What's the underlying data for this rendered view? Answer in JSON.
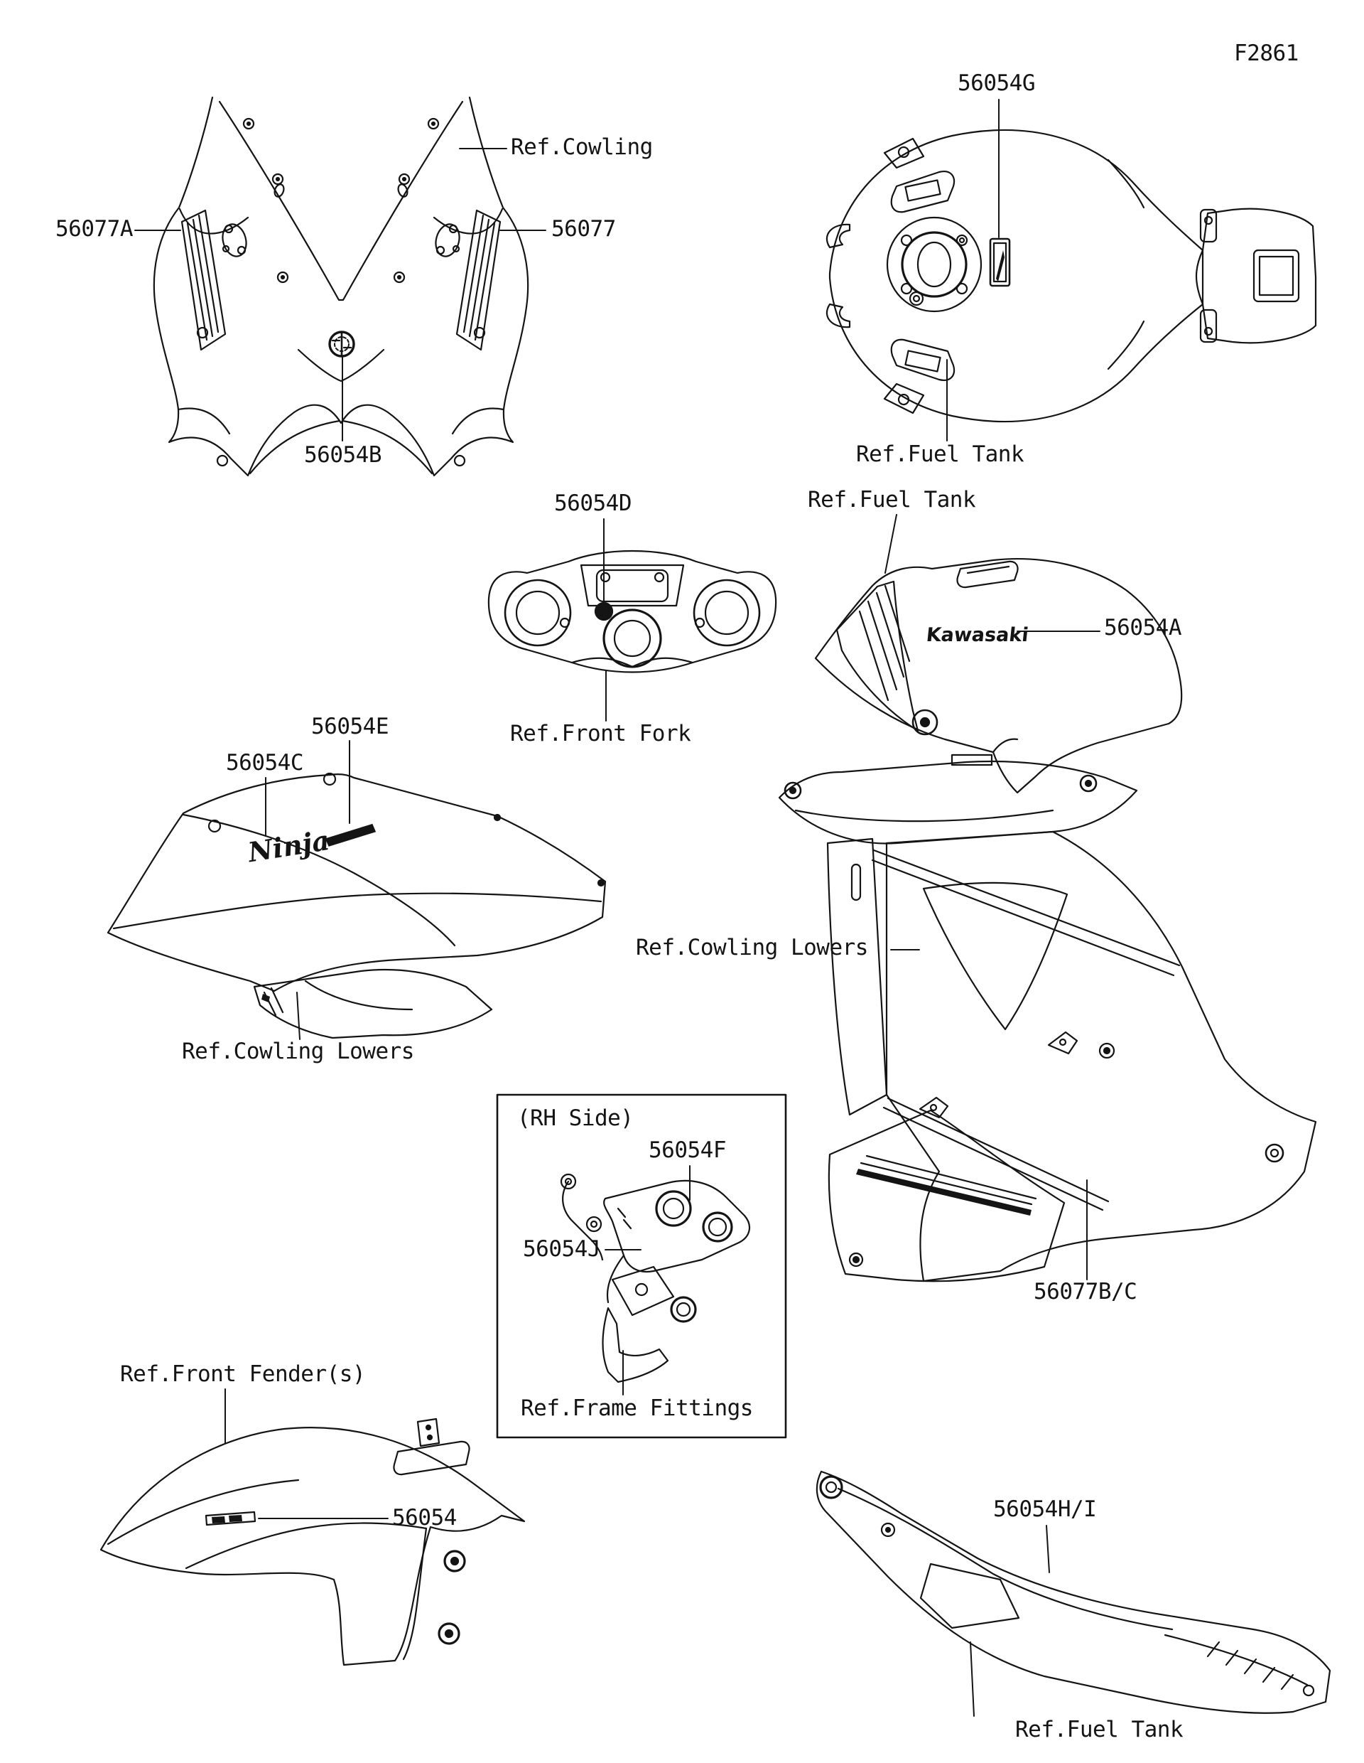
{
  "page": {
    "figure_code": "F2861",
    "background": "#ffffff",
    "line_color": "#141414"
  },
  "labels": {
    "ref_cowling": "Ref.Cowling",
    "c56077a": "56077A",
    "c56077": "56077",
    "c56054b": "56054B",
    "c56054g": "56054G",
    "ref_fuel_tank_top": "Ref.Fuel Tank",
    "ref_fuel_tank_mid": "Ref.Fuel Tank",
    "c56054d": "56054D",
    "c56054a": "56054A",
    "ref_front_fork": "Ref.Front Fork",
    "c56054e": "56054E",
    "c56054c": "56054C",
    "ref_cowling_lowers_right": "Ref.Cowling Lowers",
    "ref_cowling_lowers_left": "Ref.Cowling Lowers",
    "rh_side": "(RH Side)",
    "c56054f": "56054F",
    "c56054j": "56054J",
    "ref_frame_fittings": "Ref.Frame Fittings",
    "c56077bc": "56077B/C",
    "ref_front_fenders": "Ref.Front Fender(s)",
    "c56054": "56054",
    "c56054hi": "56054H/I",
    "ref_fuel_tank_bottom": "Ref.Fuel Tank"
  },
  "decals": {
    "kawasaki_logo": "Kawasaki",
    "ninja_logo": "Ninja"
  }
}
